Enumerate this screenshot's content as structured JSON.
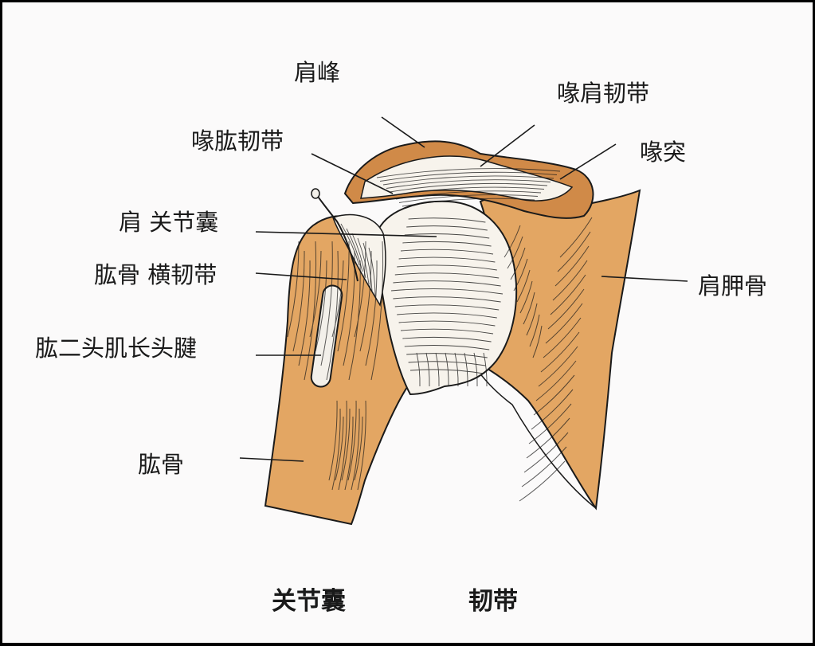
{
  "labels": {
    "acromion": "肩峰",
    "coracoacromial_ligament": "喙肩韧带",
    "coracoid_process": "喙突",
    "coracohumeral_ligament": "喙肱韧带",
    "shoulder_joint_capsule": "肩 关节囊",
    "transverse_humeral_ligament": "肱骨 横韧带",
    "biceps_long_head_tendon": "肱二头肌长头腱",
    "scapula": "肩胛骨",
    "humerus": "肱骨"
  },
  "captions": {
    "left": "关节囊",
    "right": "韧带"
  },
  "colors": {
    "bone": "#e3a663",
    "bone_shadow": "#d08a48",
    "capsule": "#f7f3ec",
    "ink": "#1a1a1a",
    "paper": "#fbfafa",
    "frame": "#000000"
  }
}
